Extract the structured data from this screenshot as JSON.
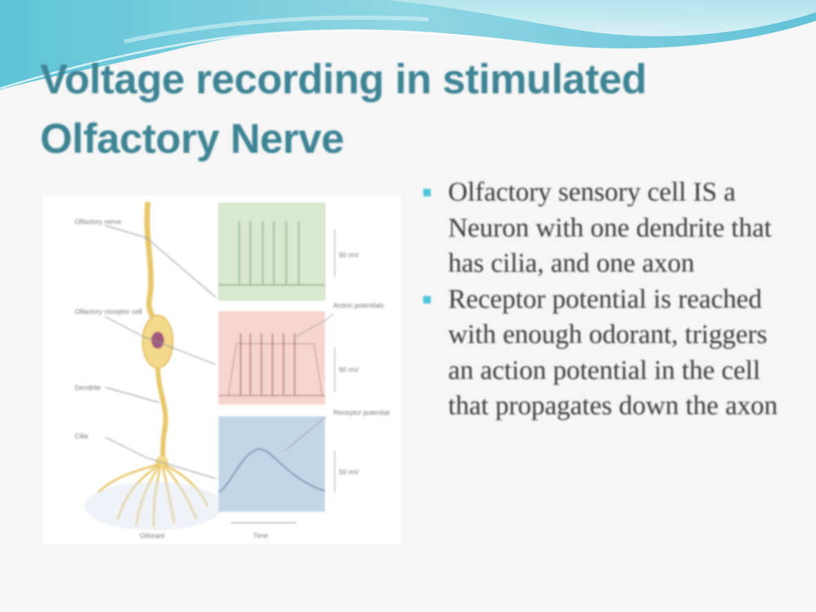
{
  "slide": {
    "title_line1": "Voltage recording in stimulated",
    "title_line2": "Olfactory Nerve",
    "bullets": [
      "Olfactory sensory cell IS a Neuron with one dendrite that has cilia, and one axon",
      "Receptor potential is reached with enough odorant, triggers an action potential in the cell that propagates down the axon"
    ]
  },
  "figure": {
    "labels": {
      "olfactory_nerve": "Olfactory nerve",
      "sensory_cell": "Olfactory receptor cell",
      "dendrite": "Dendrite",
      "cilia": "Cilia",
      "odorant": "Odorant",
      "action_potentials": "Action potentials",
      "receptor_potential": "Receptor potential",
      "scale_mv_1": "50 mV",
      "scale_mv_2": "50 mV",
      "scale_mv_3": "50 mV",
      "time": "Time"
    }
  },
  "colors": {
    "title": "#3d8494",
    "accent": "#4fc3d9",
    "panel_green": "#d9e8cf",
    "panel_red": "#f7d5cf",
    "panel_blue": "#c3d6e8",
    "neuron": "#f3d98a"
  }
}
